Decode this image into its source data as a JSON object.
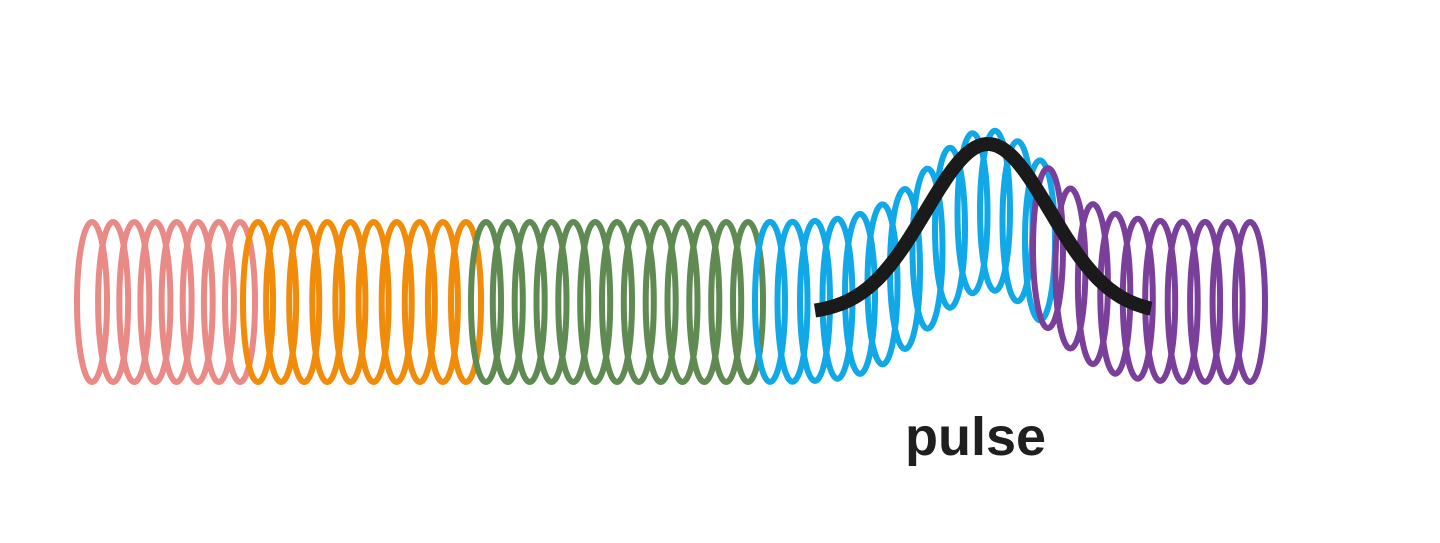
{
  "diagram": {
    "label": "pulse",
    "segments": [
      {
        "name": "pink-segment",
        "color": "#e98a86",
        "coils": 8
      },
      {
        "name": "orange-segment",
        "color": "#f08c0a",
        "coils": 10
      },
      {
        "name": "green-segment",
        "color": "#5f8a52",
        "coils": 13
      },
      {
        "name": "blue-segment",
        "color": "#10a8e6",
        "coils": 13
      },
      {
        "name": "purple-segment",
        "color": "#7a3f9b",
        "coils": 10
      }
    ],
    "pulse_color": "#1a1a1a"
  }
}
